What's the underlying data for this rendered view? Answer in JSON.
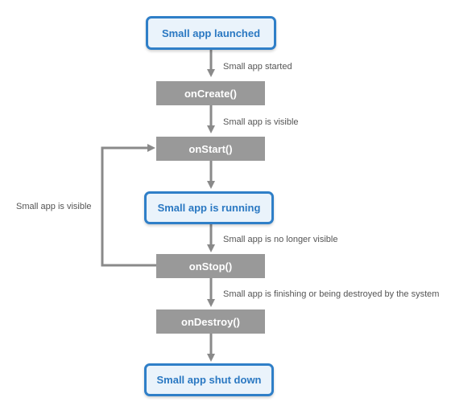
{
  "colors": {
    "state_border": "#2f7fc8",
    "state_fill": "#eaf3fb",
    "state_text": "#2a78c2",
    "callback_fill": "#999999",
    "callback_text": "#ffffff",
    "arrow": "#8a8a8a",
    "label_text": "#555555"
  },
  "nodes": {
    "launched": "Small app launched",
    "on_create": "onCreate()",
    "on_start": "onStart()",
    "running": "Small app is running",
    "on_stop": "onStop()",
    "on_destroy": "onDestroy()",
    "shut_down": "Small app shut down"
  },
  "edges": {
    "started": "Small app started",
    "visible_after_create": "Small app is visible",
    "no_longer_visible": "Small app is no longer visible",
    "finishing": "Small app is finishing or being destroyed by the system",
    "visible_loop": "Small app is visible"
  }
}
